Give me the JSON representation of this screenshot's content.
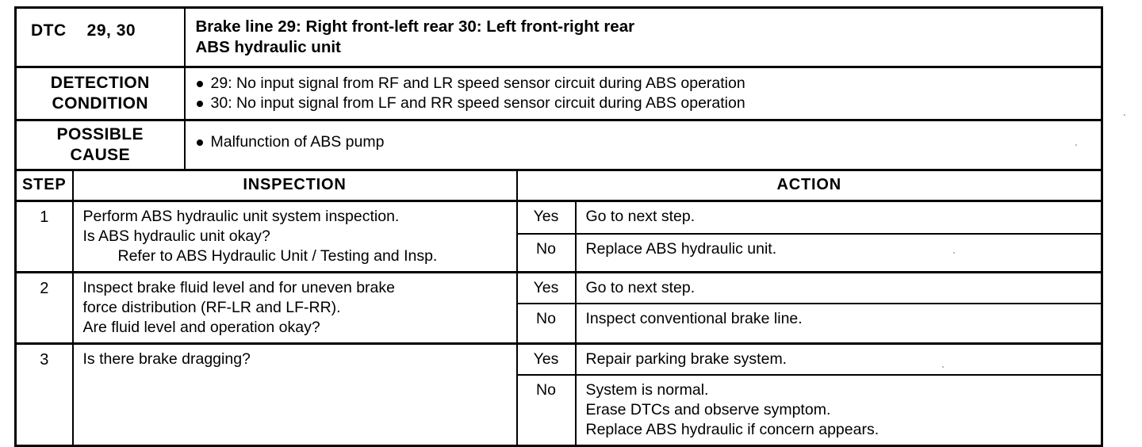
{
  "document": {
    "type": "diagnostic-trouble-code-table",
    "header": {
      "dtc_label": "DTC",
      "dtc_codes": "29, 30",
      "title_line1": "Brake line 29: Right front-left rear 30: Left front-right rear",
      "title_line2": "ABS hydraulic unit"
    },
    "detection_condition": {
      "label_line1": "DETECTION",
      "label_line2": "CONDITION",
      "items": [
        "29: No input signal from RF and LR speed sensor circuit during ABS operation",
        "30: No input signal from LF and RR speed sensor circuit during ABS operation"
      ]
    },
    "possible_cause": {
      "label_line1": "POSSIBLE",
      "label_line2": "CAUSE",
      "items": [
        "Malfunction of ABS pump"
      ]
    },
    "columns": {
      "step": "STEP",
      "inspection": "INSPECTION",
      "action": "ACTION"
    },
    "steps": [
      {
        "number": "1",
        "inspection_lines": [
          "Perform ABS hydraulic unit system inspection.",
          "Is ABS hydraulic unit okay?"
        ],
        "inspection_reference": "Refer to ABS Hydraulic Unit / Testing and Insp.",
        "results": [
          {
            "answer": "Yes",
            "action_lines": [
              "Go to next step."
            ]
          },
          {
            "answer": "No",
            "action_lines": [
              "Replace ABS hydraulic unit."
            ]
          }
        ]
      },
      {
        "number": "2",
        "inspection_lines": [
          "Inspect brake fluid level and for uneven brake",
          "force distribution (RF-LR and LF-RR).",
          "Are fluid level and operation okay?"
        ],
        "inspection_reference": "",
        "results": [
          {
            "answer": "Yes",
            "action_lines": [
              "Go to next step."
            ]
          },
          {
            "answer": "No",
            "action_lines": [
              "Inspect conventional brake line."
            ]
          }
        ]
      },
      {
        "number": "3",
        "inspection_lines": [
          "Is there brake dragging?"
        ],
        "inspection_reference": "",
        "results": [
          {
            "answer": "Yes",
            "action_lines": [
              "Repair parking brake system."
            ]
          },
          {
            "answer": "No",
            "action_lines": [
              "System is normal.",
              "Erase DTCs and observe symptom.",
              "Replace ABS hydraulic if concern appears."
            ]
          }
        ]
      }
    ]
  },
  "colors": {
    "ink": "#000000",
    "paper": "#ffffff"
  }
}
